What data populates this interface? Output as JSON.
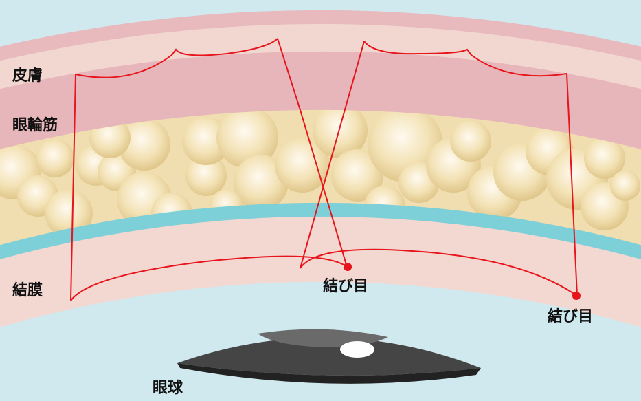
{
  "labels": {
    "skin": "皮膚",
    "orbicularis": "眼輪筋",
    "conjunctiva": "結膜",
    "knot_center": "結び目",
    "knot_right": "結び目",
    "eyeball": "眼球"
  },
  "colors": {
    "background": "#cfe9ef",
    "skin_outer": "#e8b9bd",
    "skin_inner": "#f2d6d0",
    "muscle": "#e6b6ba",
    "fat": "#f0deb0",
    "cyan_layer": "#7dcfd8",
    "conjunctiva": "#f3d8d2",
    "suture": "#e8141c",
    "eye": "#4a4a4a"
  }
}
